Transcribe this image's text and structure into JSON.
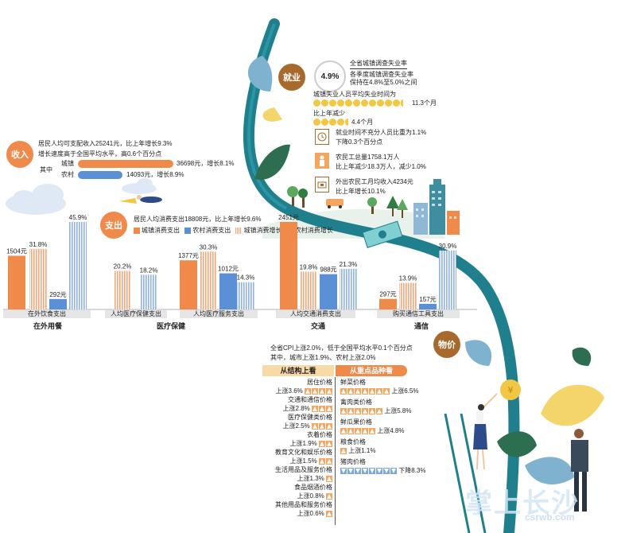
{
  "colors": {
    "urban_spend": "#f08a4b",
    "rural_spend": "#5b8fd6",
    "urban_growth": "#f4a77a",
    "rural_growth": "#8fb3e8",
    "badge_orange": "#f08a4b",
    "badge_brown": "#a86a2c",
    "teal": "#1f7f8c"
  },
  "income": {
    "badge": "收入",
    "line1": "居民人均可支配收入25241元，比上年增长9.3%",
    "line2": "增长速度高于全国平均水平，高0.6个百分点",
    "qizhong": "其中",
    "urban_label": "城镇",
    "urban_value_text": "36698元，增长8.1%",
    "rural_label": "农村",
    "rural_value_text": "14093元，增长8.9%"
  },
  "spend": {
    "badge": "支出",
    "line1": "居民人均消费支出18808元，比上年增长9.6%",
    "legend": [
      "城镇消费支出",
      "农村消费支出",
      "城镇消费增长",
      "农村消费增长"
    ]
  },
  "chart_data": {
    "type": "bar",
    "series": [
      {
        "name": "城镇消费支出",
        "values": [
          {
            "group": "在外用餐",
            "value": 1504,
            "label": "1504元"
          },
          {
            "group": "医疗保健",
            "value": 1377,
            "label": "1377元"
          },
          {
            "group": "交通",
            "value": 2451,
            "label": "2451元"
          },
          {
            "group": "通信",
            "value": 297,
            "label": "297元"
          }
        ]
      },
      {
        "name": "农村消费支出",
        "values": [
          {
            "group": "在外用餐",
            "value": 292,
            "label": "292元"
          },
          {
            "group": "医疗保健",
            "value": 1012,
            "label": "1012元"
          },
          {
            "group": "交通",
            "value": 988,
            "label": "988元"
          },
          {
            "group": "通信",
            "value": 157,
            "label": "157元"
          }
        ]
      },
      {
        "name": "城镇消费增长",
        "values": [
          {
            "group": "在外用餐",
            "value": 31.8,
            "label": "31.8%"
          },
          {
            "group": "医疗保健",
            "sub": "人均医疗保健支出",
            "value": 20.2,
            "label": "20.2%"
          },
          {
            "group": "医疗保健",
            "sub": "人均医疗服务支出",
            "value": 30.3,
            "label": "30.3%"
          },
          {
            "group": "交通",
            "value": 19.8,
            "label": "19.8%"
          },
          {
            "group": "通信",
            "value": 13.9,
            "label": "13.9%"
          }
        ]
      },
      {
        "name": "农村消费增长",
        "values": [
          {
            "group": "在外用餐",
            "value": 45.9,
            "label": "45.9%"
          },
          {
            "group": "医疗保健",
            "sub": "人均医疗保健支出",
            "value": 18.2,
            "label": "18.2%"
          },
          {
            "group": "医疗保健",
            "sub": "人均医疗服务支出",
            "value": 14.3,
            "label": "14.3%"
          },
          {
            "group": "交通",
            "value": 21.3,
            "label": "21.3%"
          },
          {
            "group": "通信",
            "value": 30.9,
            "label": "30.9%"
          }
        ]
      }
    ],
    "subcategories": [
      "在外饮食支出",
      "人均医疗保健支出",
      "人均医疗服务支出",
      "人均交通消费支出",
      "购买通信工具支出"
    ],
    "categories": [
      "在外用餐",
      "医疗保健",
      "交通",
      "通信"
    ]
  },
  "employment": {
    "badge": "就业",
    "rate": "4.9%",
    "rate_title": "全省城镇调查失业率",
    "rate_line2": "各季度城镇调查失业率",
    "rate_line3": "保持在4.8%至5.0%之间",
    "unemp_title": "城镇失业人员平均失业时间为",
    "unemp_months": 11.3,
    "unemp_months_text": "11.3个月",
    "reduce_title": "比上年减少",
    "reduce_months": 4.4,
    "reduce_months_text": "4.4个月",
    "item1_l1": "就业时间不充分人员比重为1.1%",
    "item1_l2": "下降0.3个百分点",
    "item2_l1": "农民工总量1758.1万人",
    "item2_l2": "比上年减少18.3万人，减少1.0%",
    "item3_l1": "外出农民工月均收入4234元",
    "item3_l2": "比上年增长10.1%"
  },
  "price": {
    "badge": "物价",
    "line1": "全省CPI上涨2.0%，低于全国平均水平0.1个百分点",
    "line2": "其中，城市上涨1.9%、农村上涨2.0%",
    "left_header": "从结构上看",
    "right_header": "从重点品种看",
    "left_items": [
      {
        "name": "居住价格",
        "change": "上涨3.6%",
        "pct": 3.6
      },
      {
        "name": "交通和通信价格",
        "change": "上涨2.8%",
        "pct": 2.8
      },
      {
        "name": "医疗保健类价格",
        "change": "上涨2.5%",
        "pct": 2.5
      },
      {
        "name": "衣着价格",
        "change": "上涨1.9%",
        "pct": 1.9
      },
      {
        "name": "教育文化和娱乐价格",
        "change": "上涨1.5%",
        "pct": 1.5
      },
      {
        "name": "生活用品及服务价格",
        "change": "上涨1.3%",
        "pct": 1.3
      },
      {
        "name": "食品烟酒价格",
        "change": "上涨0.8%",
        "pct": 0.8
      },
      {
        "name": "其他用品和服务价格",
        "change": "上涨0.6%",
        "pct": 0.6
      }
    ],
    "right_items": [
      {
        "name": "鲜菜价格",
        "change": "上涨6.5%",
        "pct": 6.5,
        "dir": "up"
      },
      {
        "name": "禽肉类价格",
        "change": "上涨5.8%",
        "pct": 5.8,
        "dir": "up"
      },
      {
        "name": "鲜瓜果价格",
        "change": "上涨4.8%",
        "pct": 4.8,
        "dir": "up"
      },
      {
        "name": "粮食价格",
        "change": "上涨1.1%",
        "pct": 1.1,
        "dir": "up"
      },
      {
        "name": "猪肉价格",
        "change": "下降8.3%",
        "pct": 8.3,
        "dir": "down"
      }
    ]
  },
  "watermark": {
    "main": "掌上长沙",
    "sub": "csrwb.com"
  }
}
